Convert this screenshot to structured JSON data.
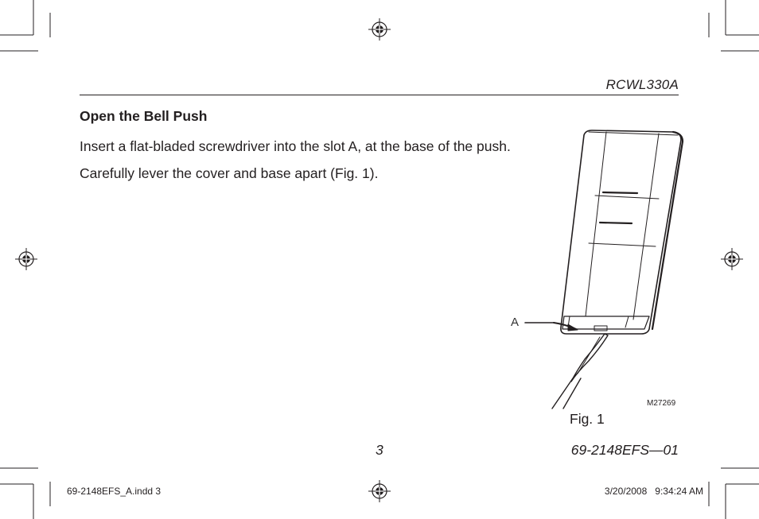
{
  "header": {
    "model": "RCWL330A"
  },
  "content": {
    "heading": "Open the Bell Push",
    "paragraph1": "Insert a flat-bladed screwdriver into the slot A, at the base of the push.",
    "paragraph2": "Carefully lever the cover and base apart (Fig. 1)."
  },
  "figure": {
    "callout": "A",
    "code": "M27269",
    "caption": "Fig. 1"
  },
  "footer": {
    "page_number": "3",
    "doc_number": "69-2148EFS—01"
  },
  "slug": {
    "file": "69-2148EFS_A.indd   3",
    "timestamp": "3/20/2008   9:34:24 AM"
  }
}
